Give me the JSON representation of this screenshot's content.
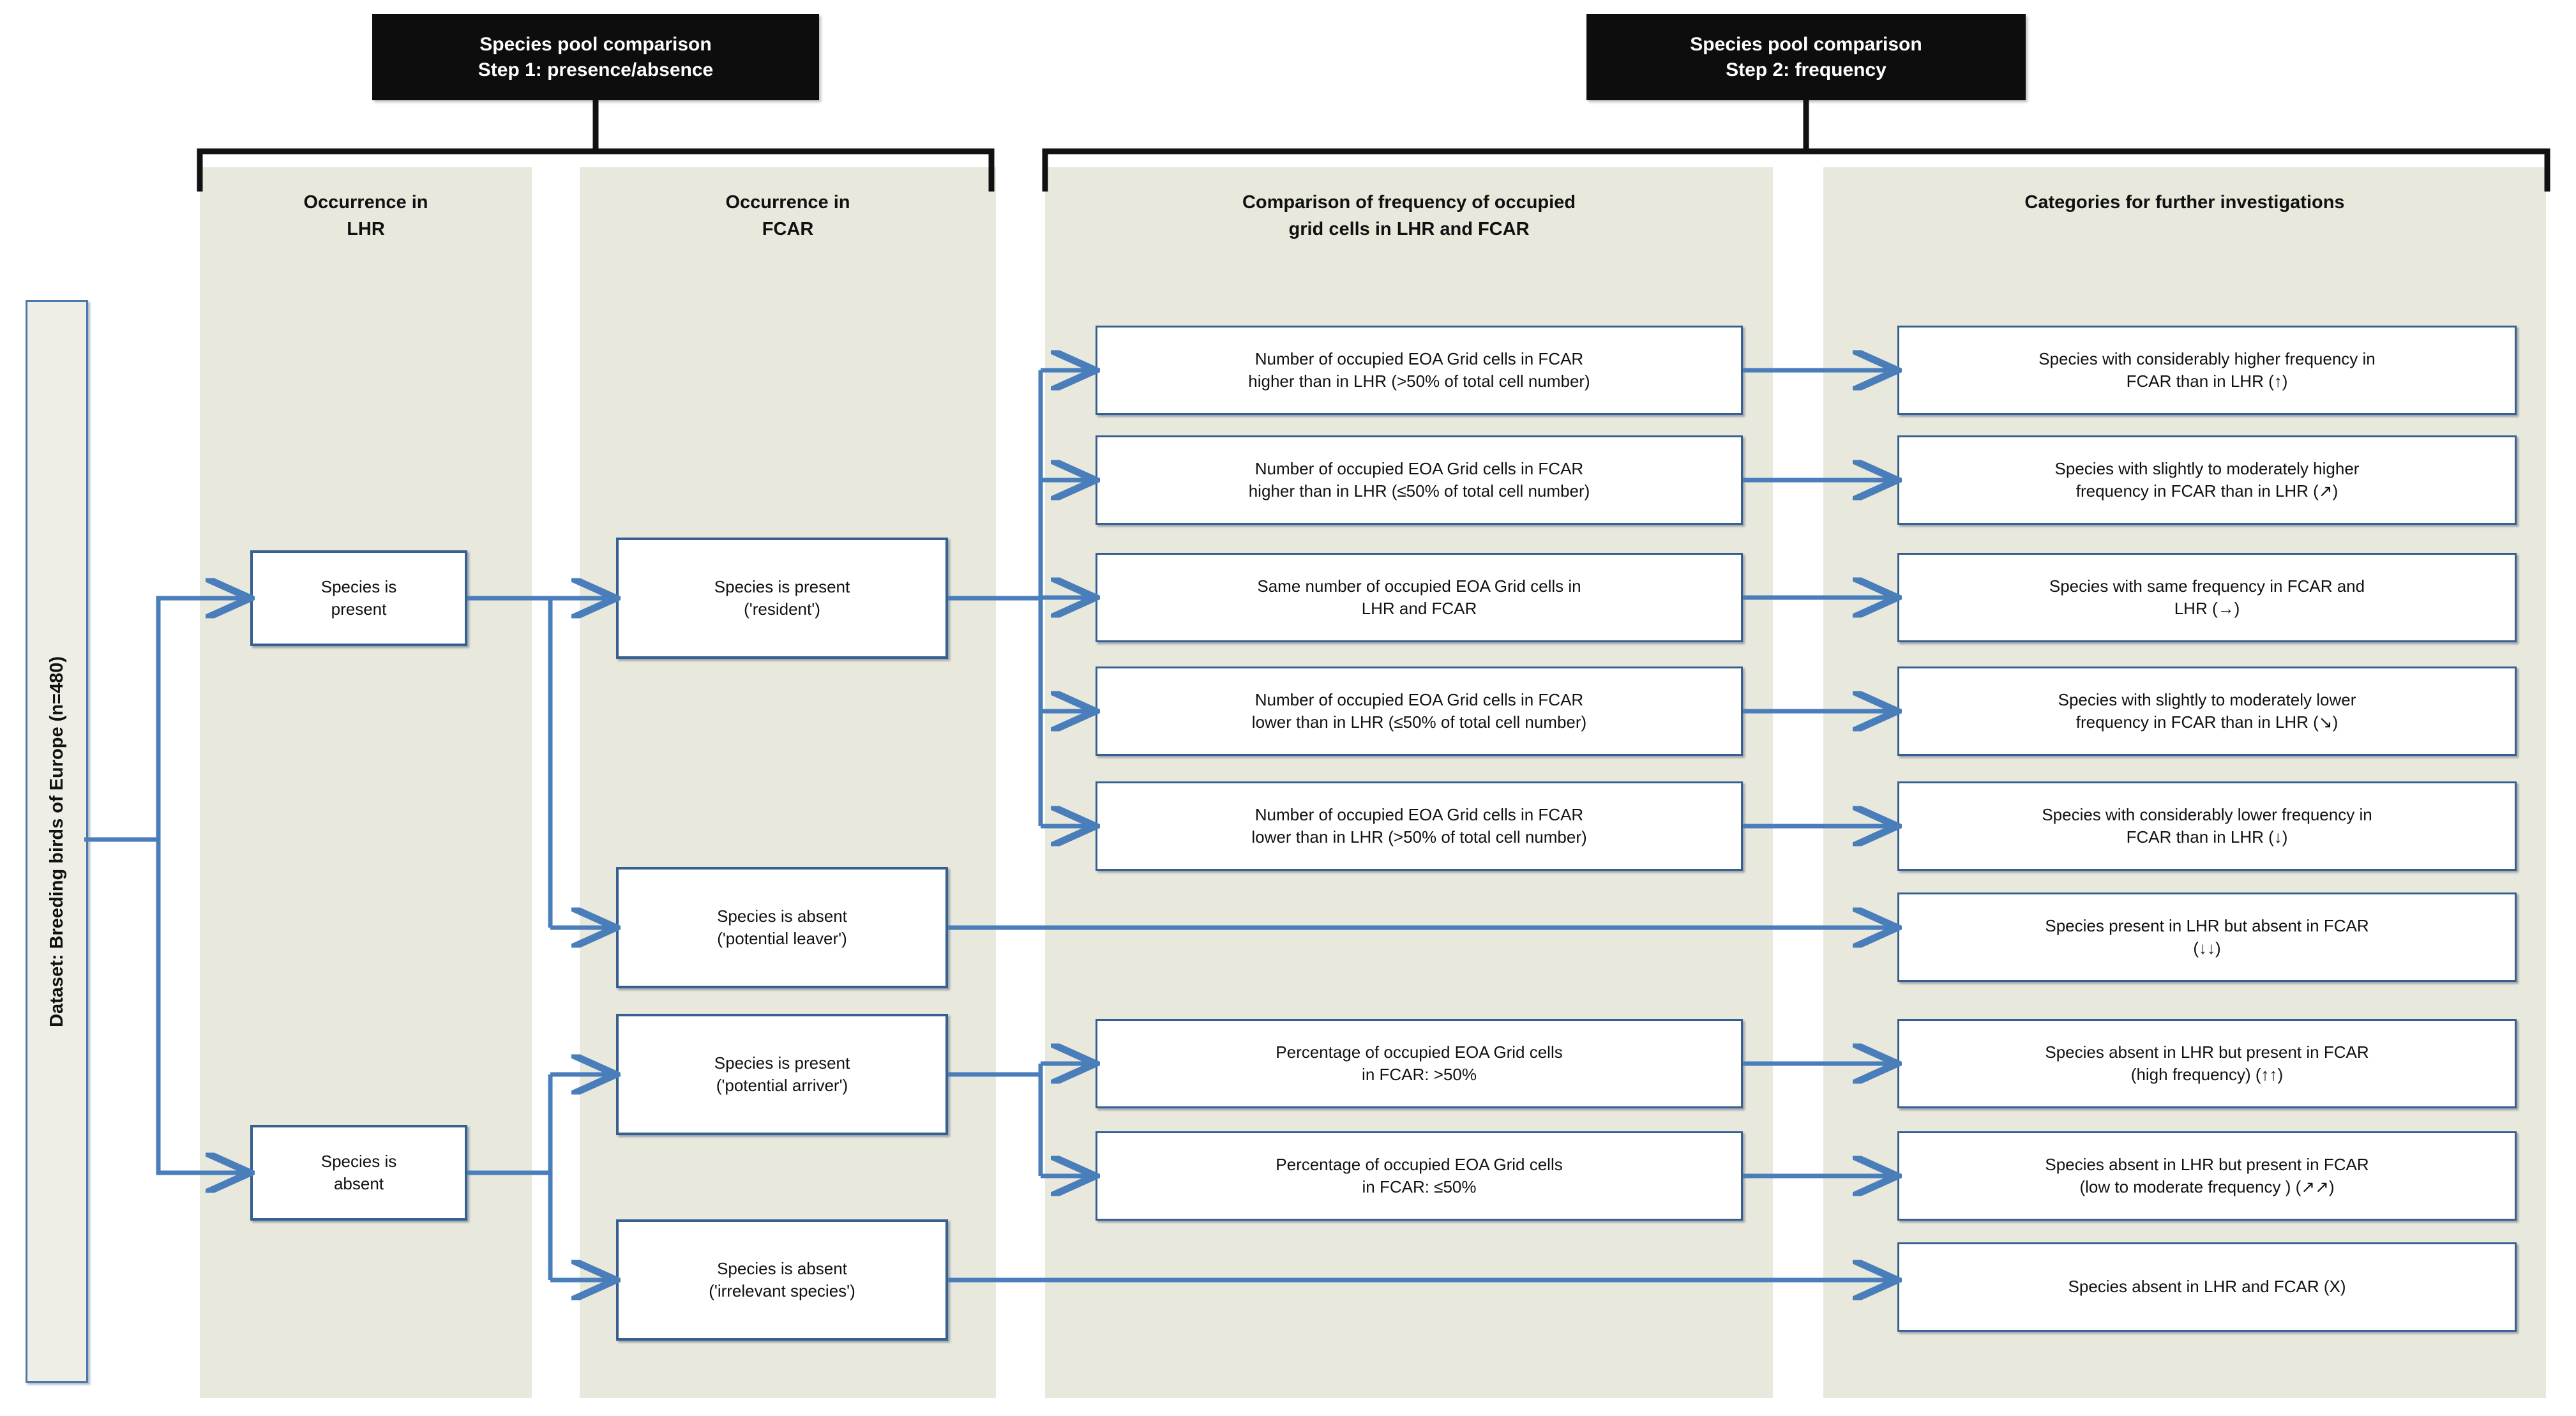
{
  "figure": {
    "title_steps": [
      {
        "line1": "Species pool comparison",
        "line2": "Step 1: presence/absence"
      },
      {
        "line1": "Species pool comparison",
        "line2": "Step 2: frequency"
      }
    ],
    "dataset_label": "Dataset: Breeding birds of Europe (n=480)",
    "columns": [
      {
        "line1": "Occurrence in",
        "line2": "LHR"
      },
      {
        "line1": "Occurrence in",
        "line2": "FCAR"
      },
      {
        "line1": "Comparison of frequency of occupied",
        "line2": "grid cells in LHR and FCAR"
      },
      {
        "line1": "Categories for further investigations",
        "line2": ""
      }
    ],
    "col1_boxes": [
      {
        "line1": "Species is",
        "line2": "present"
      },
      {
        "line1": "Species is",
        "line2": "absent"
      }
    ],
    "col2_boxes": [
      {
        "line1": "Species is present",
        "line2": "('resident')"
      },
      {
        "line1": "Species is absent",
        "line2": "('potential leaver')"
      },
      {
        "line1": "Species is present",
        "line2": "('potential arriver')"
      },
      {
        "line1": "Species is absent",
        "line2": "('irrelevant species')"
      }
    ],
    "col3_boxes": [
      {
        "line1": "Number of occupied EOA Grid cells in FCAR",
        "line2": "higher than in LHR (>50% of total cell number)"
      },
      {
        "line1": "Number of occupied EOA Grid cells in FCAR",
        "line2": "higher than in LHR (≤50% of total cell number)"
      },
      {
        "line1": "Same number of occupied EOA Grid cells in",
        "line2": "LHR and FCAR"
      },
      {
        "line1": "Number of occupied EOA Grid cells in FCAR",
        "line2": "lower than in LHR (≤50% of total cell number)"
      },
      {
        "line1": "Number of occupied EOA Grid cells in FCAR",
        "line2": "lower than in LHR (>50% of total cell number)"
      },
      {
        "line1": "Percentage of occupied EOA Grid cells",
        "line2": "in FCAR: >50%"
      },
      {
        "line1": "Percentage of occupied EOA Grid cells",
        "line2": "in FCAR: ≤50%"
      }
    ],
    "col4_boxes": [
      {
        "line1": "Species with considerably higher frequency in",
        "line2": "FCAR than in LHR (↑)"
      },
      {
        "line1": "Species with slightly to moderately higher",
        "line2": "frequency in FCAR than in LHR (↗)"
      },
      {
        "line1": "Species with same frequency in FCAR and",
        "line2": "LHR (→)"
      },
      {
        "line1": "Species with slightly to moderately lower",
        "line2": "frequency in FCAR than in LHR (↘)"
      },
      {
        "line1": "Species with considerably lower frequency in",
        "line2": "FCAR than in LHR (↓)"
      },
      {
        "line1": "Species present in LHR but absent in FCAR",
        "line2": "(↓↓)"
      },
      {
        "line1": "Species absent in LHR but present in FCAR",
        "line2": "(high frequency) (↑↑)"
      },
      {
        "line1": "Species absent in LHR but present in FCAR",
        "line2": "(low to moderate frequency ) (↗↗)"
      },
      {
        "line1": "Species absent in LHR and FCAR (X)",
        "line2": ""
      }
    ],
    "colors": {
      "band": "#e9e8dd",
      "box_border": "#36608f",
      "connector": "#4a7ebb",
      "title_bg": "#0d0d0d",
      "bracket": "#111111"
    }
  }
}
